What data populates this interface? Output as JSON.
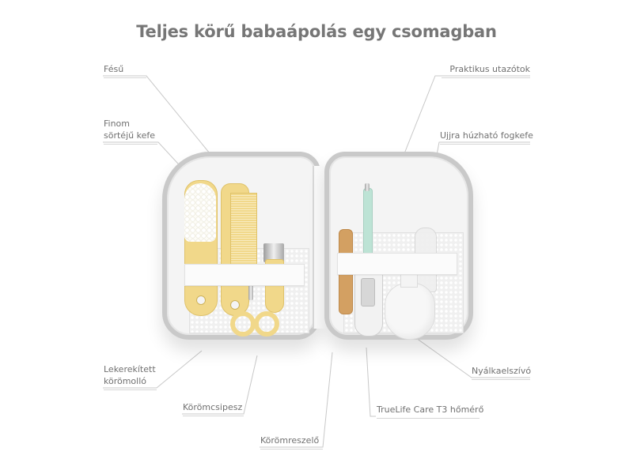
{
  "title": "Teljes körű babaápolás egy csomagban",
  "labels": {
    "fesu": "Fésű",
    "finom_line1": "Finom",
    "finom_line2": "sörtéjű kefe",
    "lekerekitett_line1": "Lekerekített",
    "lekerekitett_line2": "körömolló",
    "korom_csipesz": "Körömcsipesz",
    "korom_reszelo": "Körömreszelő",
    "praktikus": "Praktikus utazótok",
    "ujjra": "Ujjra húzható fogkefe",
    "nyalka": "Nyálkaelszívó",
    "homero": "TrueLife Care T3 hőmérő"
  },
  "colors": {
    "title": "#767676",
    "label_text": "#707070",
    "leader_line": "#c8c8c8",
    "case_trim": "#c9c9c9",
    "accessory_yellow": "#f1d88a",
    "thermometer_tip": "#bde3d5",
    "nail_file": "#d3a062"
  }
}
